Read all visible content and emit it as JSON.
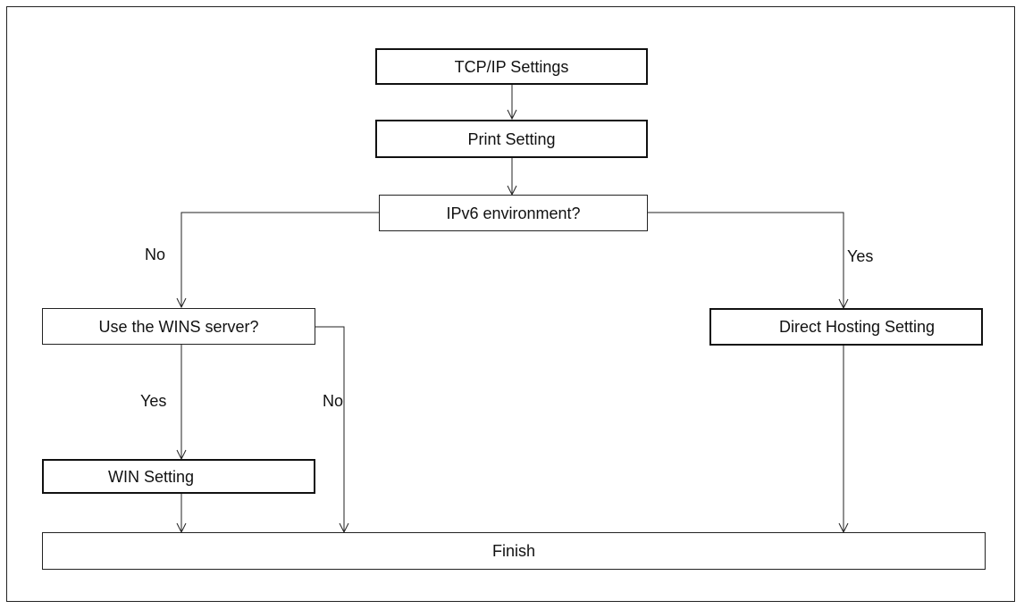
{
  "nodes": {
    "tcpip": "TCP/IP Settings",
    "print": "Print Setting",
    "ipv6": "IPv6 environment?",
    "wins_q": "Use the WINS server?",
    "direct": "Direct Hosting Setting",
    "win": "WIN Setting",
    "finish": "Finish"
  },
  "edges": {
    "ipv6_no": "No",
    "ipv6_yes": "Yes",
    "wins_yes": "Yes",
    "wins_no": "No"
  }
}
